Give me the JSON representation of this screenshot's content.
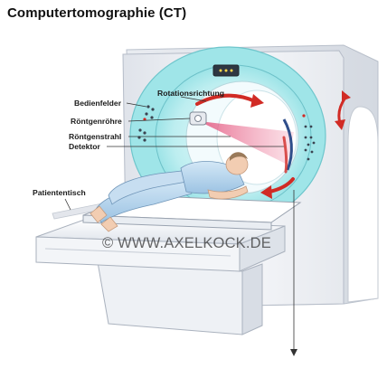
{
  "title": "Computertomographie (CT)",
  "labels": {
    "bedienfelder": "Bedienfelder",
    "roentgenroehre": "Röntgenröhre",
    "roentgenstrahl": "Röntgenstrahl",
    "detektor": "Detektor",
    "rotationsrichtung": "Rotationsrichtung",
    "patiententisch": "Patiententisch"
  },
  "watermark": "© WWW.AXELKOCK.DE",
  "colors": {
    "gantry_body": "#eef0f4",
    "gantry_ring": "#8fe0e4",
    "gantry_bore": "#c7f2f3",
    "beam": "#e2507a",
    "rotation_arrow": "#d12b25",
    "table": "#ffffff",
    "patient_gown": "#b8d6ee",
    "skin": "#f2cdb2"
  },
  "icons": [
    "rotation-arrow-icon",
    "tilt-arrow-icon",
    "x-ray-beam",
    "control-panel"
  ]
}
